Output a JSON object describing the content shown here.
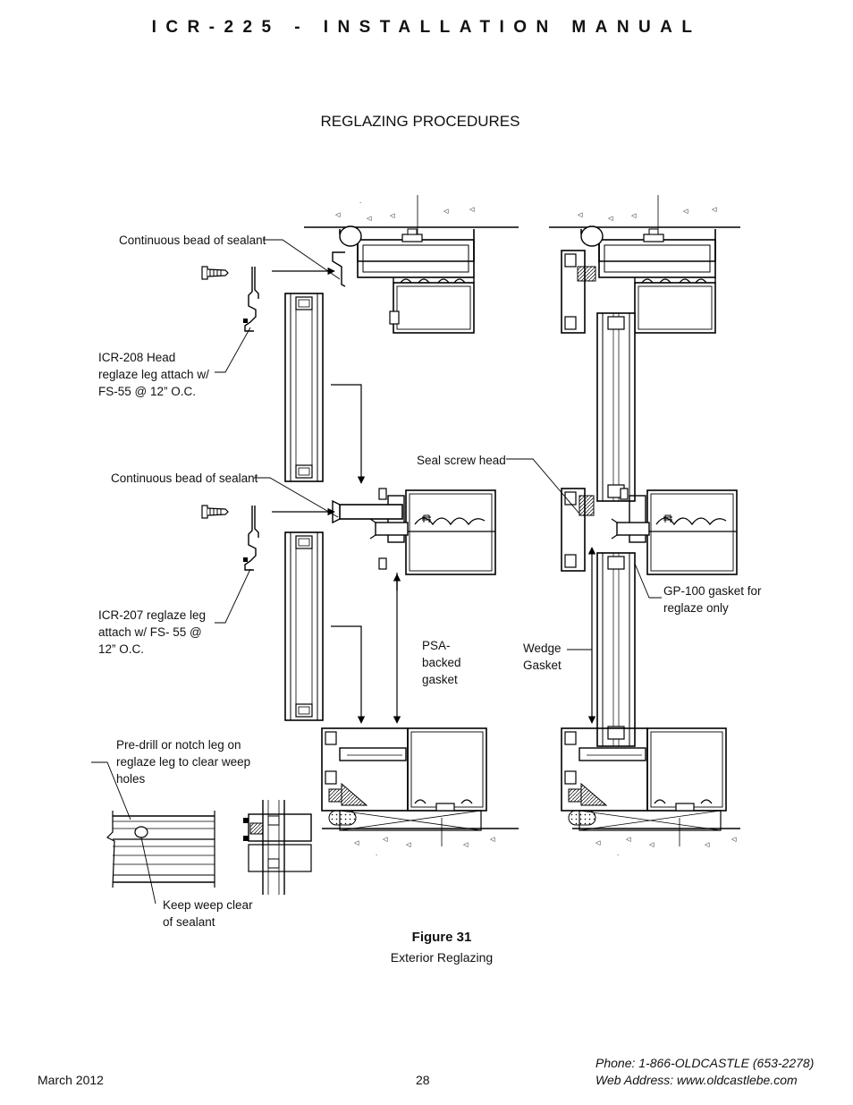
{
  "header": {
    "title": "ICR-225 - INSTALLATION MANUAL"
  },
  "section": {
    "title": "REGLAZING PROCEDURES"
  },
  "callouts": {
    "sealant_top": "Continuous bead of sealant",
    "head_leg": [
      "ICR-208 Head",
      "reglaze leg attach w/",
      "FS-55 @ 12” O.C."
    ],
    "sealant_mid": "Continuous bead of sealant",
    "leg_207": [
      "ICR-207 reglaze leg",
      "attach w/ FS- 55 @",
      "12” O.C."
    ],
    "predrill": [
      "Pre-drill or notch leg on",
      "reglaze leg to clear weep",
      "holes"
    ],
    "keep_weep": [
      "Keep weep clear",
      "of sealant"
    ],
    "seal_screw": "Seal screw head",
    "psa": [
      "PSA-",
      "backed",
      "gasket"
    ],
    "wedge": [
      "Wedge",
      "Gasket"
    ],
    "gp100": [
      "GP-100 gasket for",
      "reglaze only"
    ]
  },
  "figure": {
    "number": "Figure 31",
    "caption": "Exterior Reglazing"
  },
  "footer": {
    "date": "March 2012",
    "page": "28",
    "phone": "Phone: 1-866-OLDCASTLE (653-2278)",
    "web": "Web Address: www.oldcastlebe.com"
  }
}
